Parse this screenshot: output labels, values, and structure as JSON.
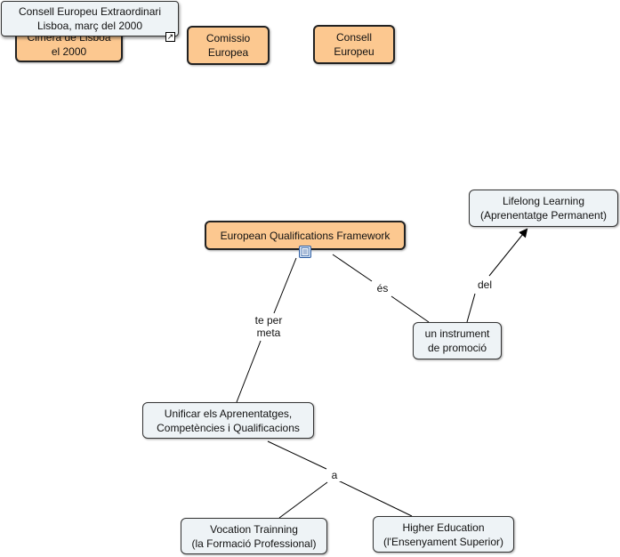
{
  "nodes": {
    "partial_top": {
      "lines": [
        "Cimera de Lisboa",
        "el 2000"
      ]
    },
    "comissio": {
      "lines": [
        "Comissio",
        "Europea"
      ]
    },
    "consell": {
      "lines": [
        "Consell",
        "Europeu"
      ]
    },
    "eqf": {
      "lines": [
        "European Qualifications Framework"
      ]
    },
    "lifelong": {
      "lines": [
        "Lifelong Learning",
        "(Aprenentatge Permanent)"
      ]
    },
    "instrument": {
      "lines": [
        "un instrument",
        "de promoció"
      ]
    },
    "unificar": {
      "lines": [
        "Unificar els Aprenentatges,",
        "Competències i Qualificacions"
      ]
    },
    "vocation": {
      "lines": [
        "Vocation Trainning",
        "(la Formació Professional)"
      ]
    },
    "higher": {
      "lines": [
        "Higher Education",
        "(l'Ensenyament Superior)"
      ]
    }
  },
  "tooltip": {
    "lines": [
      "Consell Europeu Extraordinari",
      "Lisboa, març del 2000"
    ]
  },
  "link_labels": {
    "es": "és",
    "del": "del",
    "te_per_meta": [
      "te per",
      "meta"
    ],
    "a": "a"
  },
  "icons": {
    "resource": "document-resource-icon",
    "external": "external-link-icon"
  },
  "colors": {
    "concept_orange": "#fcc890",
    "concept_blue": "#eef3f6",
    "line": "#000000"
  }
}
